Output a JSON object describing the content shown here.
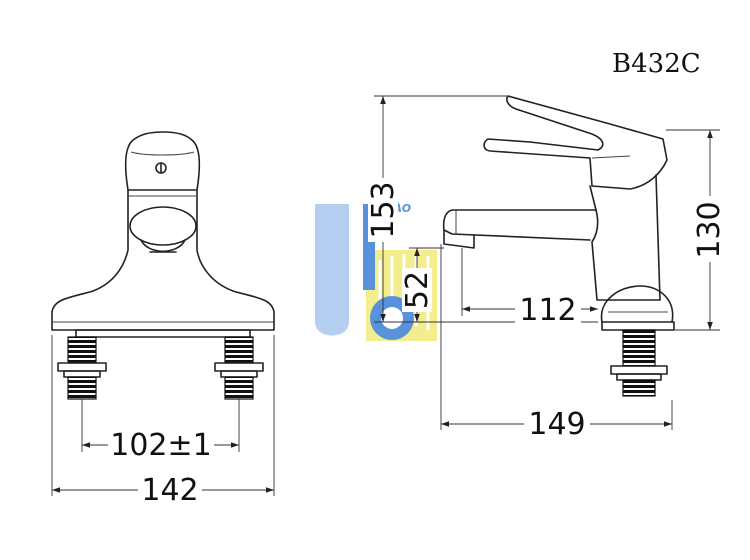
{
  "model_number": "B432C",
  "watermark": {
    "text": "LÊ HÀO",
    "colors": {
      "blue": "#3b7fd4",
      "light_blue": "#a9c7ee",
      "yellow": "#f2ea7a"
    }
  },
  "dimensions": {
    "front_hole_spacing": "102±1",
    "front_base_width": "142",
    "side_total_height": "153",
    "side_spout_height": "52",
    "side_spout_reach": "112",
    "side_total_depth": "149",
    "side_body_height": "130"
  },
  "colors": {
    "line": "#222222",
    "thread": "#111111"
  }
}
